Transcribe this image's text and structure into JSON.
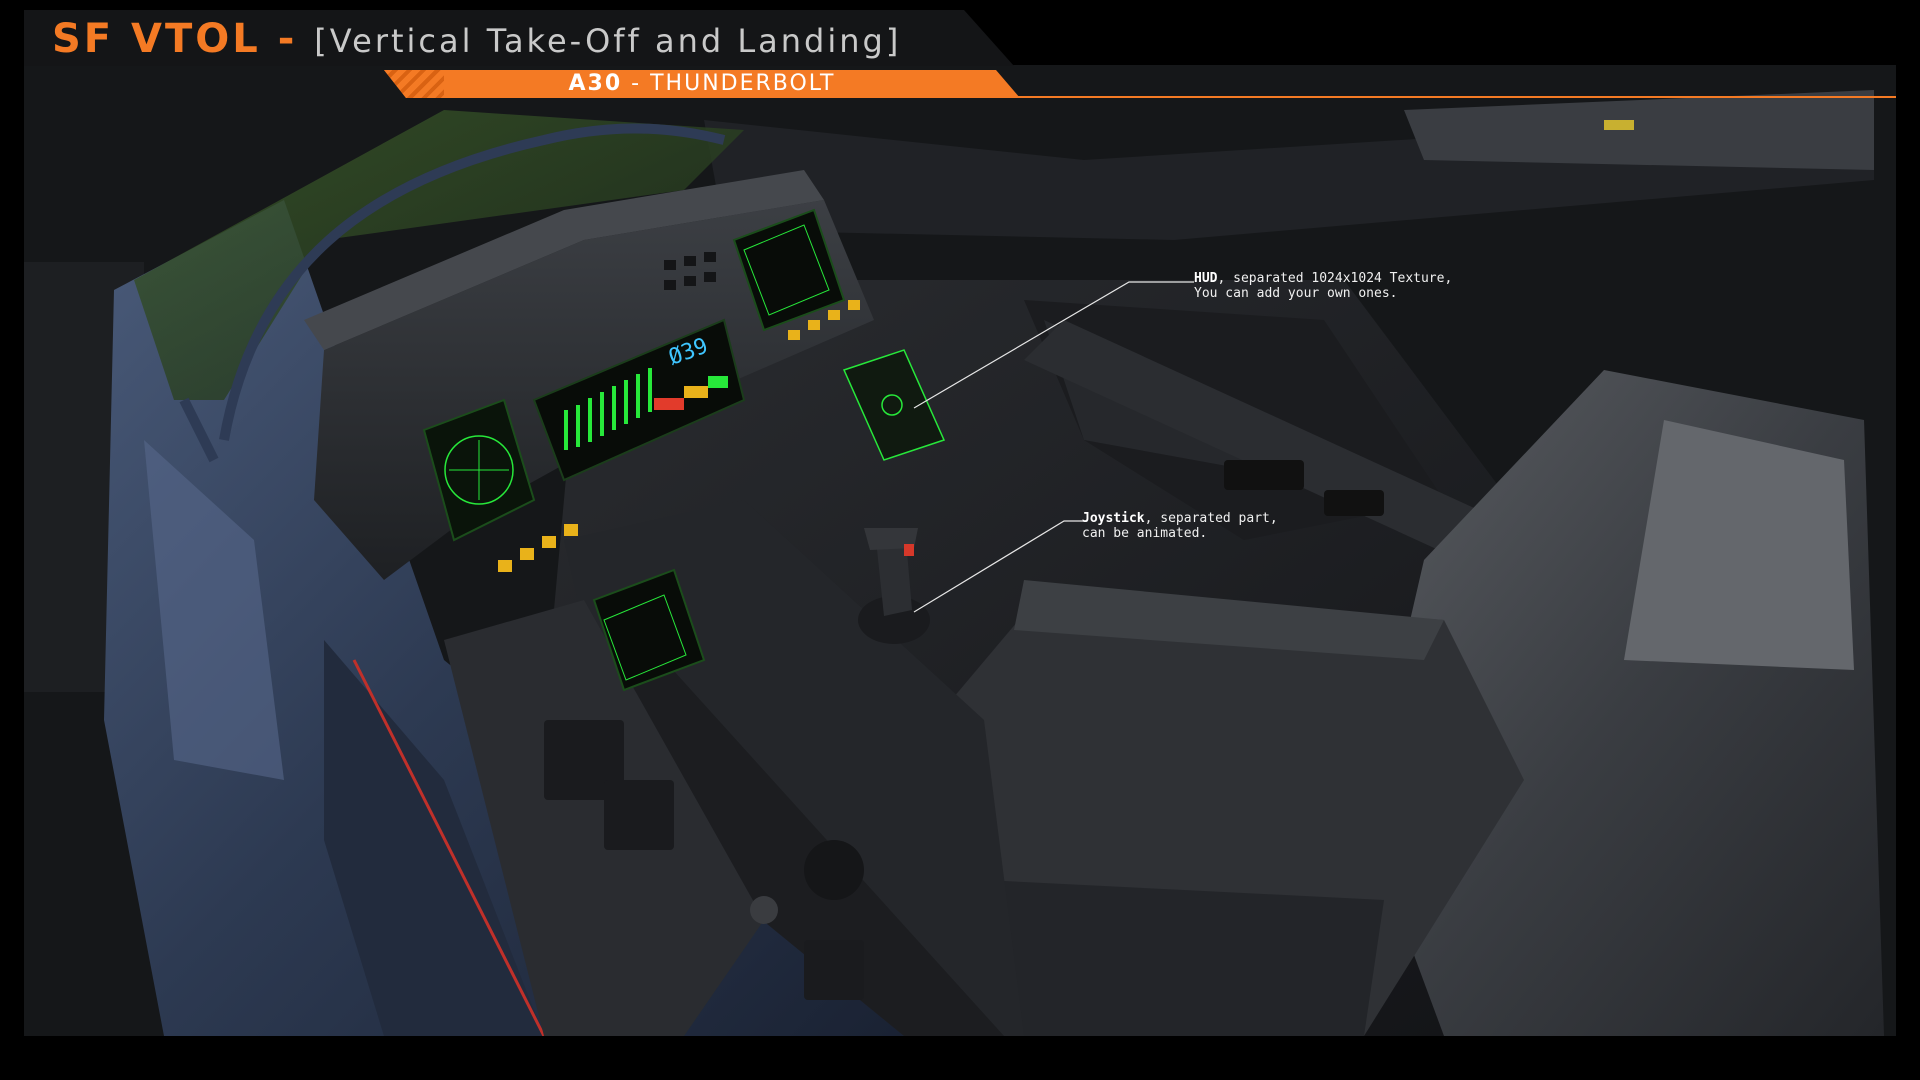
{
  "header": {
    "title_main": "SF VTOL",
    "title_sep": " - ",
    "title_sub": "[Vertical Take-Off and Landing]",
    "model_code": "A30",
    "model_sep": " - ",
    "model_name": "THUNDERBOLT"
  },
  "callouts": {
    "hud": {
      "label": "HUD",
      "line1_rest": ", separated 1024x1024 Texture,",
      "line2": "You can add your own ones."
    },
    "joystick": {
      "label": "Joystick",
      "line1_rest": ", separated part,",
      "line2": "can be animated."
    }
  },
  "displays": {
    "main_readout": "Ø39"
  },
  "colors": {
    "accent": "#f47a24",
    "panel_bg": "#151719",
    "display_green": "#27e83a",
    "display_cyan": "#3fc6ff",
    "amber_button": "#e9b21a",
    "hull_blue": "#3a4a66"
  }
}
